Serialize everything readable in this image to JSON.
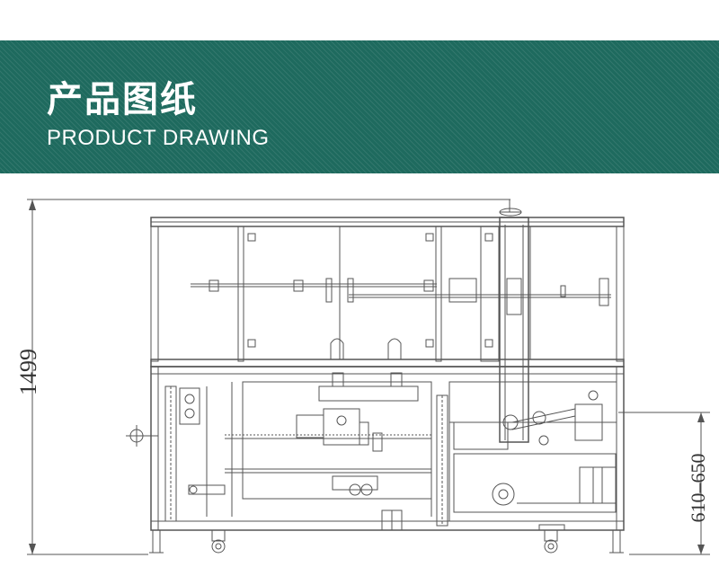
{
  "header": {
    "title_cn": "产品图纸",
    "title_en": "PRODUCT DRAWING",
    "banner_color": "#1e6a5e"
  },
  "drawing": {
    "dimension_height": "1499",
    "dimension_range": "610–650",
    "line_color": "#555555"
  }
}
